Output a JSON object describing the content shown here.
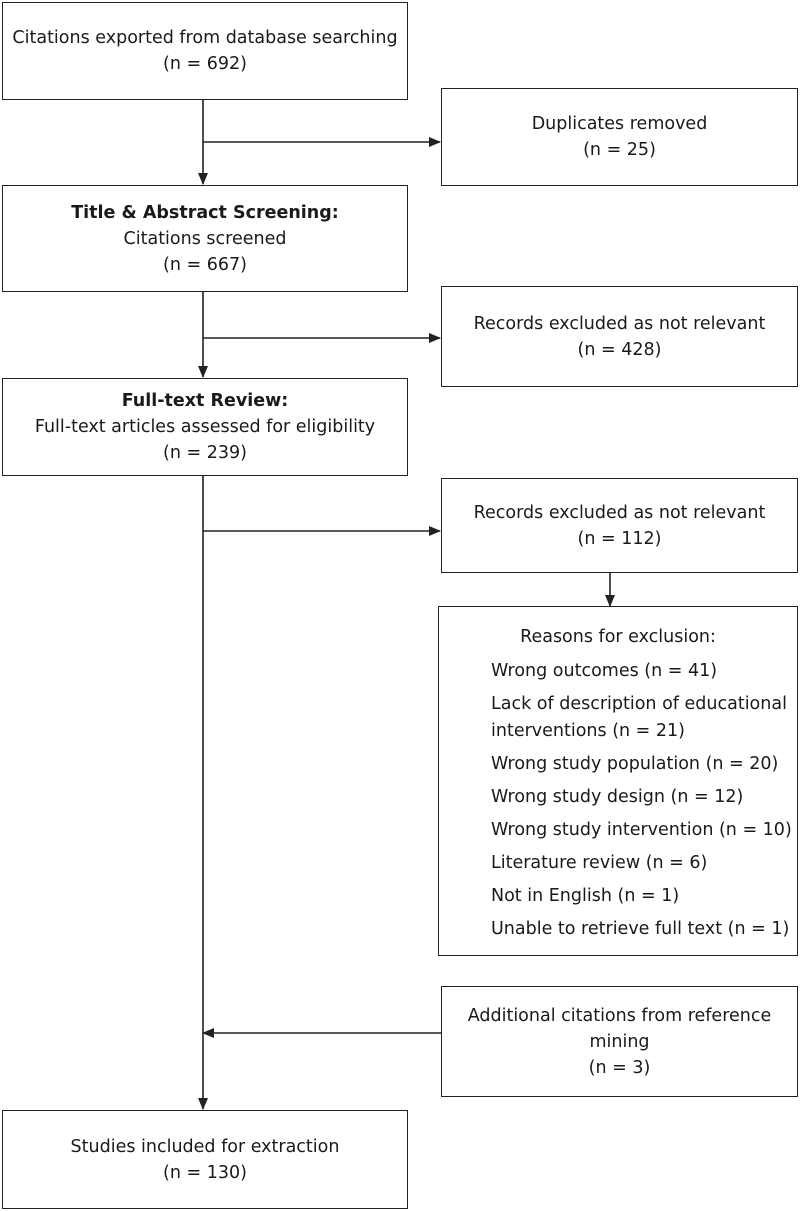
{
  "boxes": {
    "identified": {
      "text": "Citations exported from database searching",
      "count": "(n = 692)"
    },
    "duplicates": {
      "text": "Duplicates removed",
      "count": "(n = 25)"
    },
    "screening": {
      "title": "Title & Abstract Screening:",
      "text": "Citations screened",
      "count": "(n = 667)"
    },
    "excluded_screening": {
      "text": "Records excluded as not relevant",
      "count": "(n = 428)"
    },
    "fulltext": {
      "title": "Full-text Review:",
      "text": "Full-text articles assessed for eligibility",
      "count": "(n = 239)"
    },
    "excluded_fulltext": {
      "text": "Records excluded as not relevant",
      "count": "(n = 112)"
    },
    "reasons": {
      "heading": "Reasons for exclusion:",
      "items": [
        "Wrong outcomes (n = 41)",
        "Lack of description of educational interventions (n = 21)",
        "Wrong study population (n = 20)",
        "Wrong study design (n = 12)",
        "Wrong study intervention (n = 10)",
        "Literature review (n = 6)",
        "Not in English (n = 1)",
        "Unable to retrieve full text (n = 1)"
      ]
    },
    "additional": {
      "text_line1": "Additional citations from reference",
      "text_line2": "mining",
      "count": "(n = 3)"
    },
    "included": {
      "text": "Studies included for extraction",
      "count": "(n = 130)"
    }
  }
}
